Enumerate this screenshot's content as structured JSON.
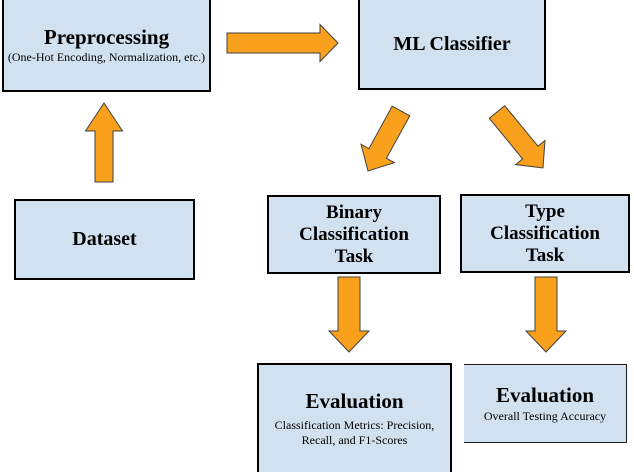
{
  "diagram": {
    "type": "flowchart",
    "colors": {
      "node_fill": "#d2e1f0",
      "node_border": "#000000",
      "arrow_fill": "#f9a01c",
      "arrow_outline": "#404040",
      "background": "#ffffff"
    },
    "nodes": {
      "preprocessing": {
        "title": "Preprocessing",
        "subtitle": "(One-Hot Encoding, Normalization, etc.)"
      },
      "ml_classifier": {
        "title": "ML Classifier"
      },
      "dataset": {
        "title": "Dataset"
      },
      "binary_task": {
        "lines": [
          "Binary",
          "Classification",
          "Task"
        ]
      },
      "type_task": {
        "lines": [
          "Type",
          "Classification",
          "Task"
        ]
      },
      "evaluation_binary": {
        "title": "Evaluation",
        "subtitle_lines": [
          "Classification Metrics: Precision,",
          "Recall, and F1-Scores"
        ]
      },
      "evaluation_type": {
        "title": "Evaluation",
        "subtitle": "Overall Testing Accuracy"
      }
    },
    "edges": [
      {
        "from": "dataset",
        "to": "preprocessing"
      },
      {
        "from": "preprocessing",
        "to": "ml_classifier"
      },
      {
        "from": "ml_classifier",
        "to": "binary_task"
      },
      {
        "from": "ml_classifier",
        "to": "type_task"
      },
      {
        "from": "binary_task",
        "to": "evaluation_binary"
      },
      {
        "from": "type_task",
        "to": "evaluation_type"
      }
    ]
  }
}
